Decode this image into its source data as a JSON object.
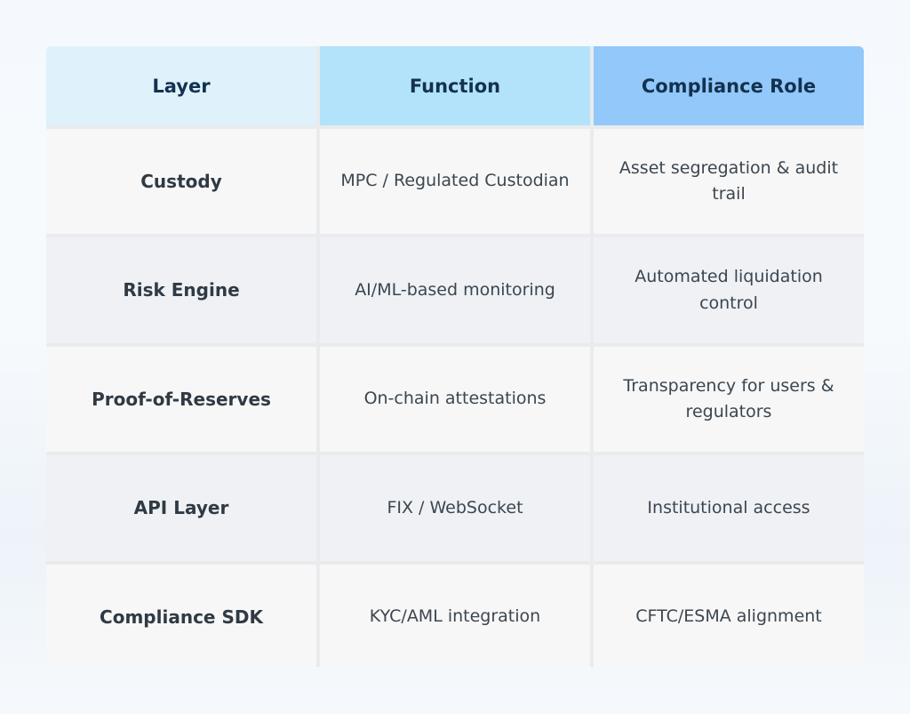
{
  "table": {
    "headers": [
      "Layer",
      "Function",
      "Compliance Role"
    ],
    "rows": [
      {
        "layer": "Custody",
        "function": "MPC / Regulated Custodian",
        "role": "Asset segregation & audit trail"
      },
      {
        "layer": "Risk Engine",
        "function": "AI/ML-based monitoring",
        "role": "Automated liquidation control"
      },
      {
        "layer": "Proof-of-Reserves",
        "function": "On-chain attestations",
        "role": "Transparency for users & regulators"
      },
      {
        "layer": "API Layer",
        "function": "FIX / WebSocket",
        "role": "Institutional access"
      },
      {
        "layer": "Compliance SDK",
        "function": "KYC/AML integration",
        "role": "CFTC/ESMA alignment"
      }
    ]
  },
  "colors": {
    "header_layer_bg": "#dff2fc",
    "header_function_bg": "#b3e3fb",
    "header_role_bg": "#92c8fa",
    "header_text": "#13324f",
    "row_light": "#f7f7f7",
    "row_tinted": "#eff1f5",
    "grid": "#e9ebed"
  }
}
